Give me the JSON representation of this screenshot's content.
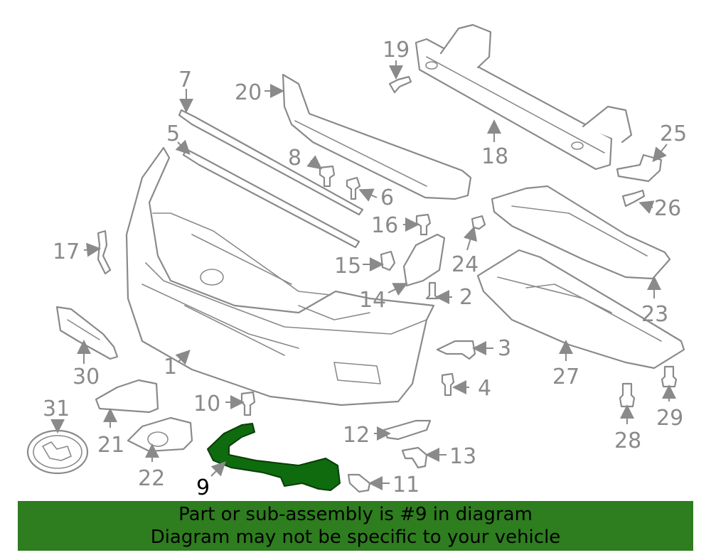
{
  "banner": {
    "line1": "Part or sub-assembly is #9 in diagram",
    "line2": "Diagram may not be specific to your vehicle",
    "color": "#2e7d1f"
  },
  "highlight": {
    "part": "9",
    "color": "#0e6b0e"
  },
  "callouts": {
    "c1": "1",
    "c2": "2",
    "c3": "3",
    "c4": "4",
    "c5": "5",
    "c6": "6",
    "c7": "7",
    "c8": "8",
    "c9": "9",
    "c10": "10",
    "c11": "11",
    "c12": "12",
    "c13": "13",
    "c14": "14",
    "c15": "15",
    "c16": "16",
    "c17": "17",
    "c18": "18",
    "c19": "19",
    "c20": "20",
    "c21": "21",
    "c22": "22",
    "c23": "23",
    "c24": "24",
    "c25": "25",
    "c26": "26",
    "c27": "27",
    "c28": "28",
    "c29": "29",
    "c30": "30",
    "c31": "31"
  }
}
